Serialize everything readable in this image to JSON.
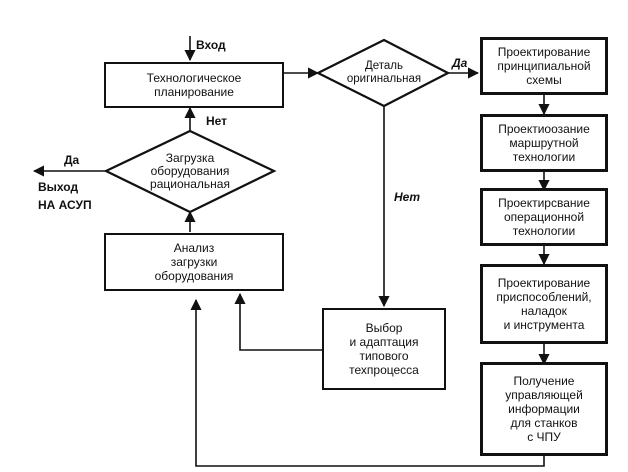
{
  "nodes": {
    "tech_planning": "Технологическое\nпланирование",
    "detail_original": "Деталь\nоригинальная",
    "load_rational": "Загрузка\nоборудования\nрациональная",
    "load_analysis": "Анализ\nзагрузки\nоборудования",
    "select_adapt": "Выбор\nи адаптация\nтипового\nтехпроцесса",
    "design_schema": "Проектирование\nпринципиальной\nсхемы",
    "design_route": "Проектиоозание\nмаршрутной\nтехнологии",
    "design_operation": "Проектирсвание\nоперационной\nтехнологии",
    "design_fixtures": "Проектирование\nприспособлений,\nналадок\nи инструмента",
    "cnc_info": "Получение\nуправляющей\nинформации\nдля станков\nс ЧПУ"
  },
  "labels": {
    "entry": "Вход",
    "yes_original": "Да",
    "no_original": "Нет",
    "no_load": "Нет",
    "yes_load": "Да",
    "exit": "Выход\nНА АСУП"
  }
}
